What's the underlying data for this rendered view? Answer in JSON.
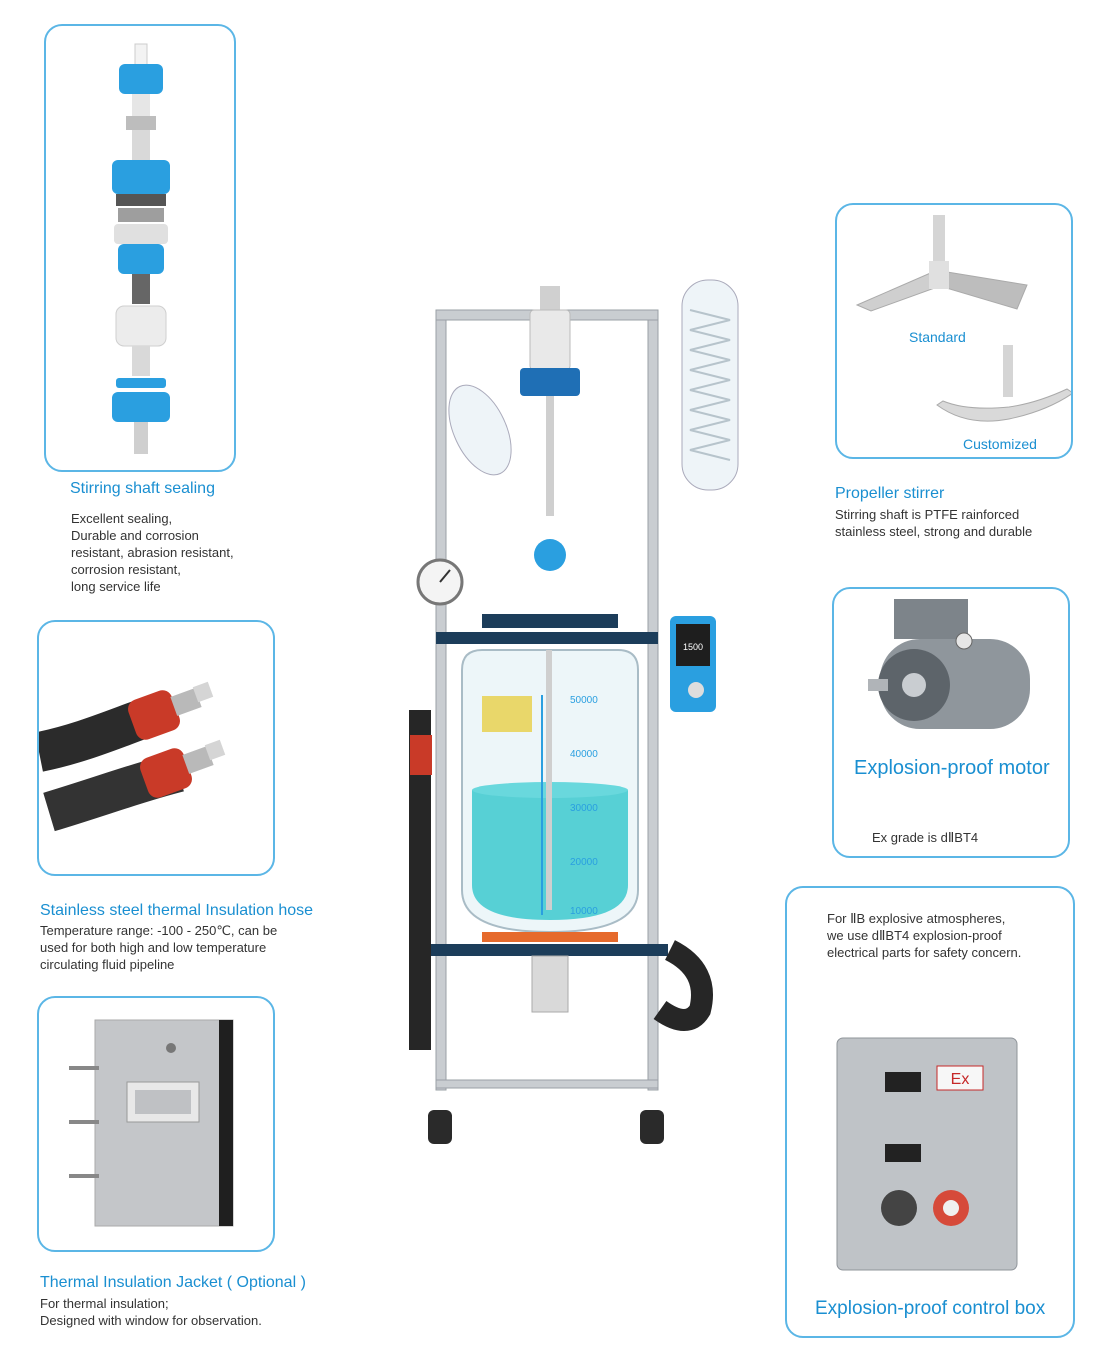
{
  "sections": {
    "shaft_sealing": {
      "title": "Stirring shaft sealing",
      "lines": [
        "Excellent sealing,",
        "Durable and corrosion",
        "resistant, abrasion resistant,",
        "corrosion resistant,",
        "long service life"
      ]
    },
    "insulation_hose": {
      "title": "Stainless steel thermal Insulation hose",
      "lines": [
        "Temperature range: -100 - 250℃, can be",
        "used for both high and low temperature",
        "circulating fluid pipeline"
      ]
    },
    "insulation_jacket": {
      "title": "Thermal Insulation Jacket ( Optional )",
      "lines": [
        "For thermal insulation;",
        "Designed with window for observation."
      ]
    },
    "propeller": {
      "title": "Propeller stirrer",
      "lines": [
        "Stirring shaft is PTFE rainforced",
        "stainless steel, strong and durable"
      ],
      "label_standard": "Standard",
      "label_customized": "Customized"
    },
    "motor": {
      "title": "Explosion-proof motor",
      "grade": "Ex grade is dⅡBT4"
    },
    "control_box": {
      "title": "Explosion-proof control box",
      "lines": [
        "For ⅡB explosive atmospheres,",
        "we use dⅡBT4 explosion-proof",
        "electrical parts for safety concern."
      ],
      "ex_label": "Ex"
    }
  },
  "reactor": {
    "scale_marks": [
      "50000",
      "40000",
      "30000",
      "20000",
      "10000"
    ],
    "display_value": "1500"
  },
  "colors": {
    "accent": "#1a8fd1",
    "border": "#5bb6e6",
    "liquid": "#3cc9cf",
    "ptfe_blue": "#2a9fe0",
    "hose_red": "#c93a28"
  }
}
